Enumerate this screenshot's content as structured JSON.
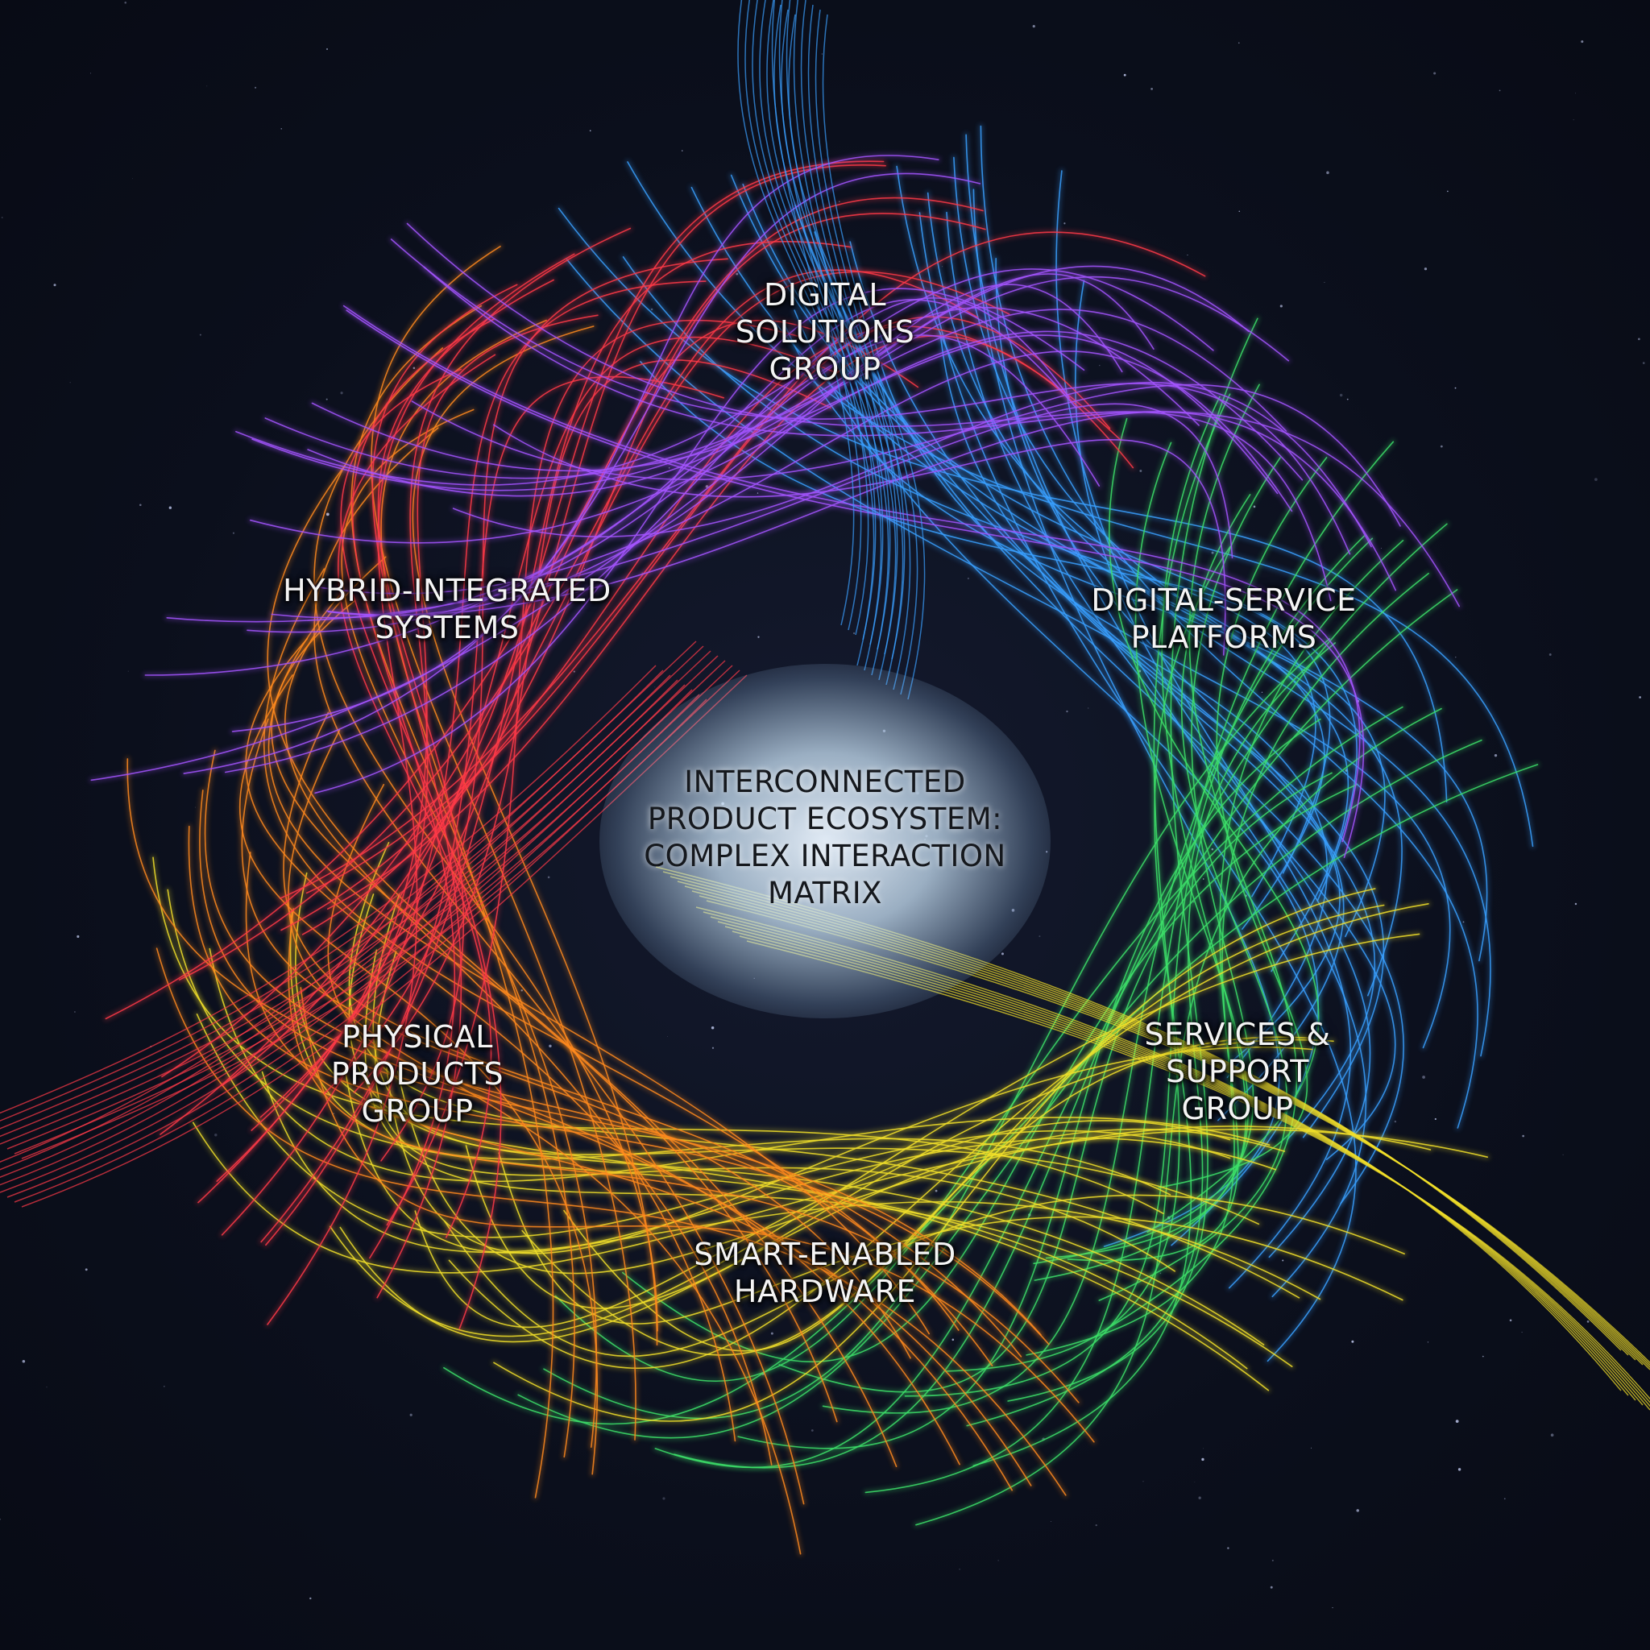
{
  "diagram": {
    "center": {
      "lines": [
        "INTERCONNECTED",
        "PRODUCT ECOSYSTEM:",
        "COMPLEX INTERACTION",
        "MATRIX"
      ]
    },
    "nodes": [
      {
        "id": "digital-solutions-group",
        "lines": [
          "DIGITAL",
          "SOLUTIONS",
          "GROUP"
        ],
        "color": "#3aa0ff"
      },
      {
        "id": "digital-service-platforms",
        "lines": [
          "DIGITAL-SERVICE",
          "PLATFORMS"
        ],
        "color": "#3de06a"
      },
      {
        "id": "services-support-group",
        "lines": [
          "SERVICES &",
          "SUPPORT",
          "GROUP"
        ],
        "color": "#f2e02a"
      },
      {
        "id": "smart-enabled-hardware",
        "lines": [
          "SMART-ENABLED",
          "HARDWARE"
        ],
        "color": "#ff8a1e"
      },
      {
        "id": "physical-products-group",
        "lines": [
          "PHYSICAL",
          "PRODUCTS",
          "GROUP"
        ],
        "color": "#ff3a48"
      },
      {
        "id": "hybrid-integrated-systems",
        "lines": [
          "HYBRID-INTEGRATED",
          "SYSTEMS"
        ],
        "color": "#a455ff"
      }
    ],
    "background_color": "#0b0f1c"
  }
}
